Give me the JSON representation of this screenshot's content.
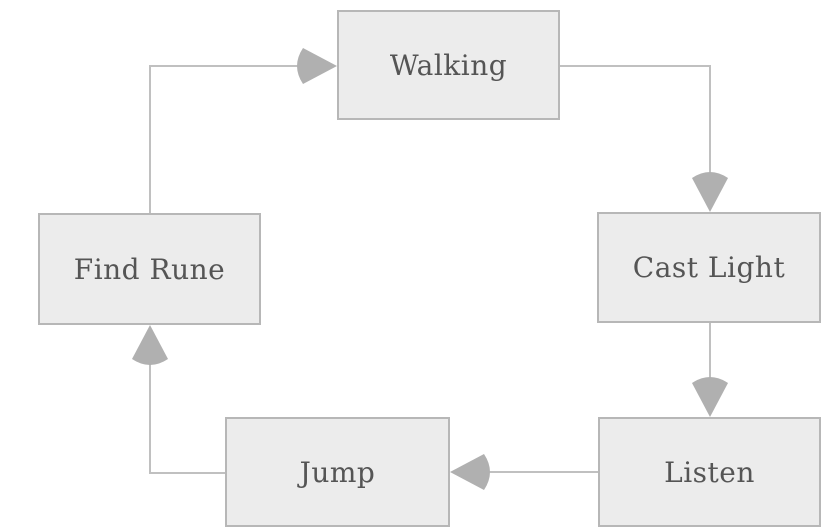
{
  "diagram": {
    "type": "flowchart-cycle",
    "nodes": [
      {
        "id": "walking",
        "label": "Walking"
      },
      {
        "id": "cast-light",
        "label": "Cast Light"
      },
      {
        "id": "listen",
        "label": "Listen"
      },
      {
        "id": "jump",
        "label": "Jump"
      },
      {
        "id": "find-rune",
        "label": "Find Rune"
      }
    ],
    "edges": [
      {
        "from": "walking",
        "to": "cast-light"
      },
      {
        "from": "cast-light",
        "to": "listen"
      },
      {
        "from": "listen",
        "to": "jump"
      },
      {
        "from": "jump",
        "to": "find-rune"
      },
      {
        "from": "find-rune",
        "to": "walking"
      }
    ],
    "colors": {
      "background": "#ffffff",
      "node_fill": "#ececec",
      "node_border": "#b7b7b7",
      "edge_line": "#c0c0c0",
      "arrowhead": "#b0b0b0",
      "text": "#555555"
    }
  }
}
